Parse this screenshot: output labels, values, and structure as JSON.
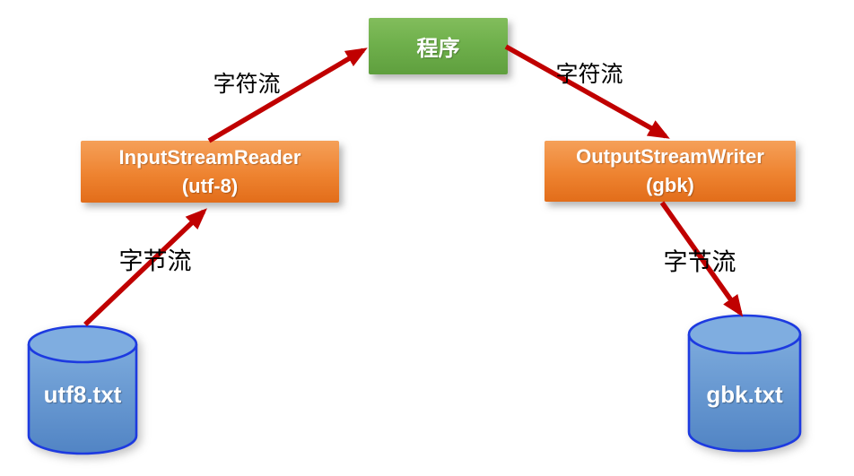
{
  "diagram": {
    "nodes": {
      "program": {
        "label": "程序"
      },
      "reader": {
        "label_line1": "InputStreamReader",
        "label_line2": "(utf-8)"
      },
      "writer": {
        "label_line1": "OutputStreamWriter",
        "label_line2": "(gbk)"
      },
      "source_file": {
        "label": "utf8.txt"
      },
      "target_file": {
        "label": "gbk.txt"
      }
    },
    "edge_labels": {
      "char_stream_left": "字符流",
      "char_stream_right": "字符流",
      "byte_stream_left": "字节流",
      "byte_stream_right": "字节流"
    },
    "colors": {
      "program_green": "#6fb04c",
      "stream_orange": "#ee8330",
      "cylinder_blue": "#6ba0d6",
      "cylinder_border_blue": "#1d3ae0",
      "arrow_red": "#c00000",
      "edge_label_black": "#000000",
      "node_text_white": "#ffffff",
      "background": "#ffffff"
    }
  }
}
